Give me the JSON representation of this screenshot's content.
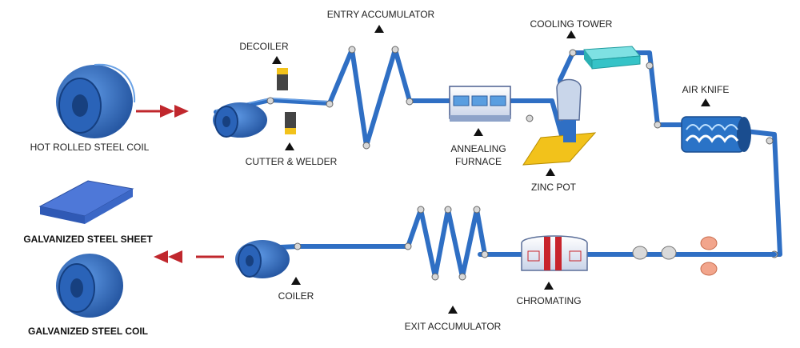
{
  "labels": {
    "hot_rolled_coil": "HOT ROLLED STEEL COIL",
    "decoiler": "DECOILER",
    "cutter_welder": "CUTTER & WELDER",
    "entry_accumulator": "ENTRY ACCUMULATOR",
    "annealing_line1": "ANNEALING",
    "annealing_line2": "FURNACE",
    "cooling_tower": "COOLING TOWER",
    "zinc_pot": "ZINC POT",
    "air_knife": "AIR KNIFE",
    "galvanized_sheet": "GALVANIZED STEEL SHEET",
    "galvanized_coil": "GALVANIZED STEEL COIL",
    "coiler": "COILER",
    "exit_accumulator": "EXIT ACCUMULATOR",
    "chromating": "CHROMATING"
  },
  "colors": {
    "strip": "#2f6fc4",
    "arrow": "#c0272d",
    "cooling_tower": "#35c3c7",
    "zinc_pot": "#f2c21b",
    "chromating_band": "#c8242c",
    "roller_pink": "#f2a58c"
  }
}
